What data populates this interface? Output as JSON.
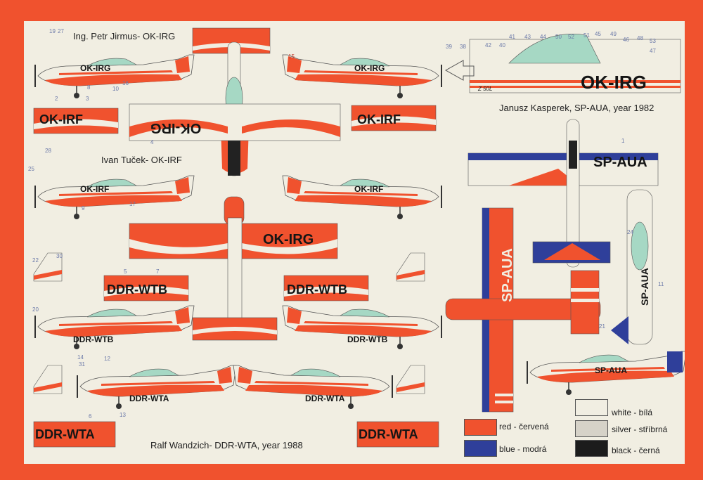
{
  "captions": {
    "jirmus": "Ing. Petr Jirmus- OK-IRG",
    "tucek": "Ivan Tuček- OK-IRF",
    "kasperek": "Janusz Kasperek, SP-AUA, year 1982",
    "wandzich": "Ralf Wandzich- DDR-WTA, year 1988"
  },
  "registrations": {
    "ok_irg": "OK-IRG",
    "ok_irg_mirror": "OK-IRG",
    "ok_irf": "OK-IRF",
    "ddr_wtb": "DDR-WTB",
    "ddr_wta": "DDR-WTA",
    "sp_aua": "SP-AUA",
    "zlin_badge": "Z 50L"
  },
  "legend": [
    {
      "label": "red - červená",
      "color": "#f0522e"
    },
    {
      "label": "white - bílá",
      "color": "#f1eee2"
    },
    {
      "label": "blue - modrá",
      "color": "#2f3f9a"
    },
    {
      "label": "silver - stříbrná",
      "color": "#d6d2c8"
    },
    {
      "label": "black - černá",
      "color": "#1c1c1c"
    }
  ],
  "callouts": {
    "detail": [
      "39",
      "38",
      "42",
      "40",
      "41",
      "43",
      "44",
      "50",
      "52",
      "51",
      "45",
      "49",
      "46",
      "48",
      "53",
      "47"
    ],
    "misc": [
      "19",
      "27",
      "15",
      "8",
      "10",
      "16",
      "2",
      "3",
      "4",
      "1",
      "28",
      "25",
      "17",
      "9",
      "30",
      "22",
      "5",
      "7",
      "20",
      "14",
      "12",
      "31",
      "13",
      "6",
      "24",
      "11",
      "21"
    ]
  },
  "icons": [
    "arrow-left-icon"
  ]
}
